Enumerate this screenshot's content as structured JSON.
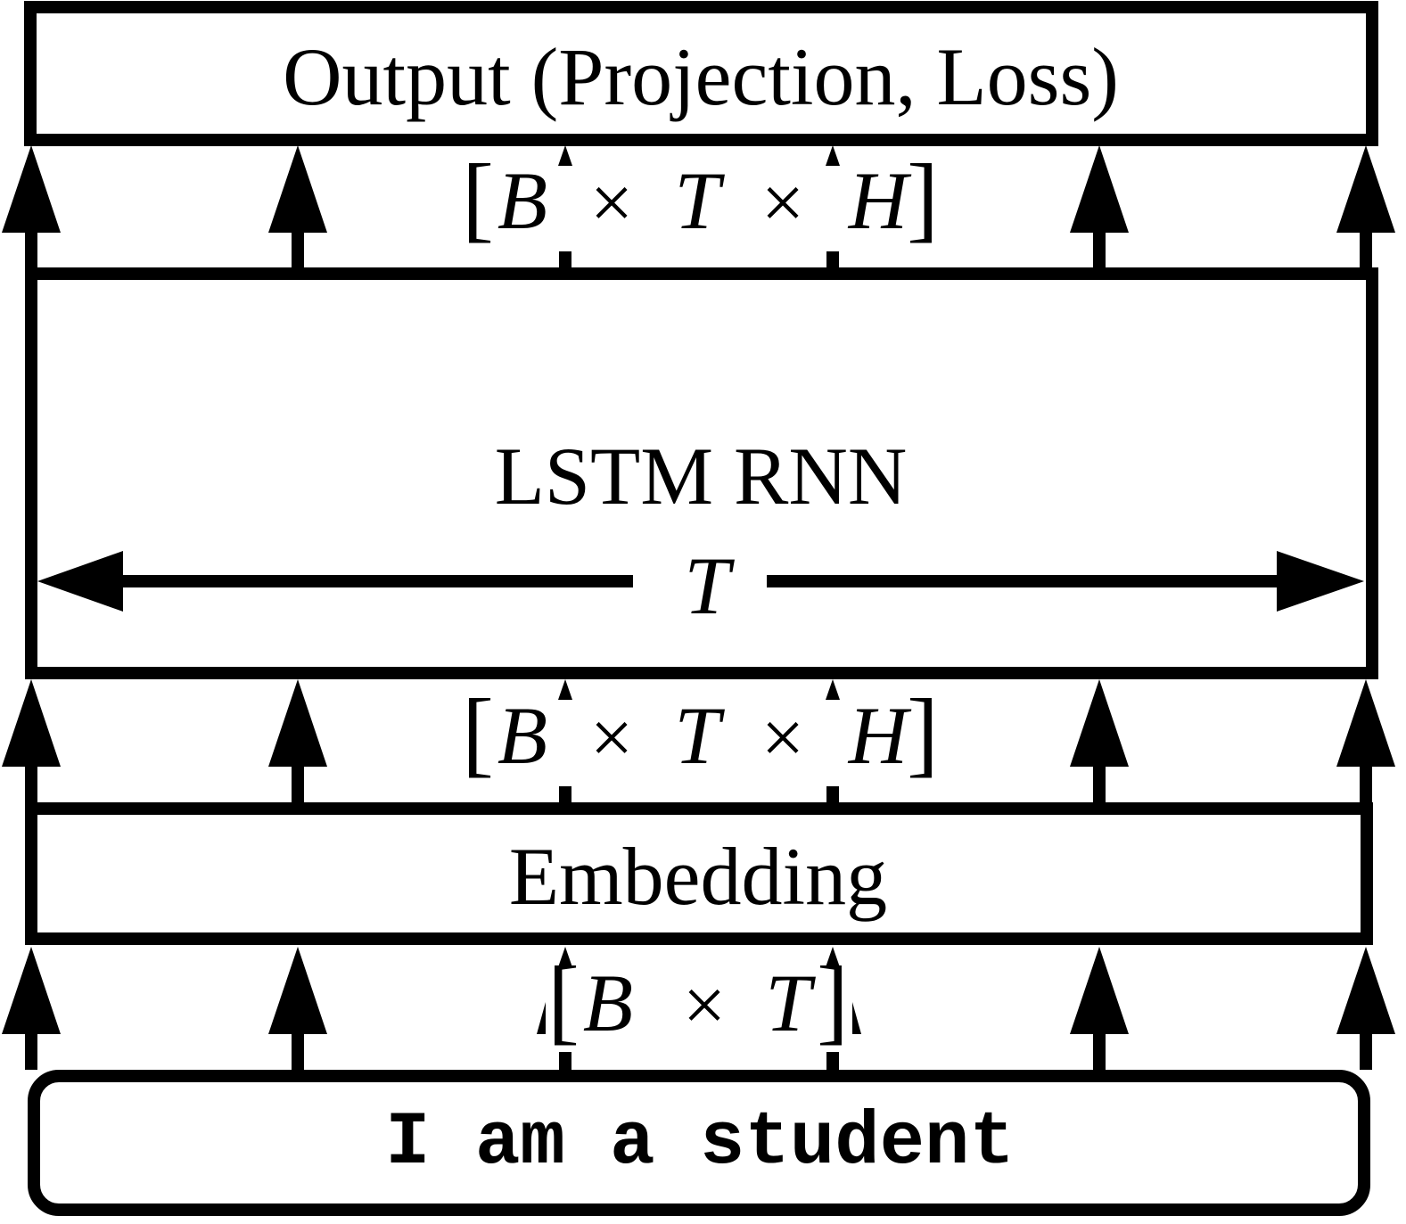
{
  "layers": {
    "output": {
      "label": "Output (Projection, Loss)"
    },
    "lstm": {
      "label": "LSTM RNN",
      "time_axis_label": "T"
    },
    "embedding": {
      "label": "Embedding"
    },
    "input": {
      "text": "I am a student"
    }
  },
  "shapes": {
    "output_to_lstm": {
      "open": "[",
      "b": "B",
      "times1": "×",
      "t": "T",
      "times2": "×",
      "h": "H",
      "close": "]"
    },
    "lstm_to_embedding": {
      "open": "[",
      "b": "B",
      "times1": "×",
      "t": "T",
      "times2": "×",
      "h": "H",
      "close": "]"
    },
    "embedding_to_input": {
      "open": "[",
      "b": "B",
      "times1": "×",
      "t": "T",
      "close": "]"
    }
  }
}
